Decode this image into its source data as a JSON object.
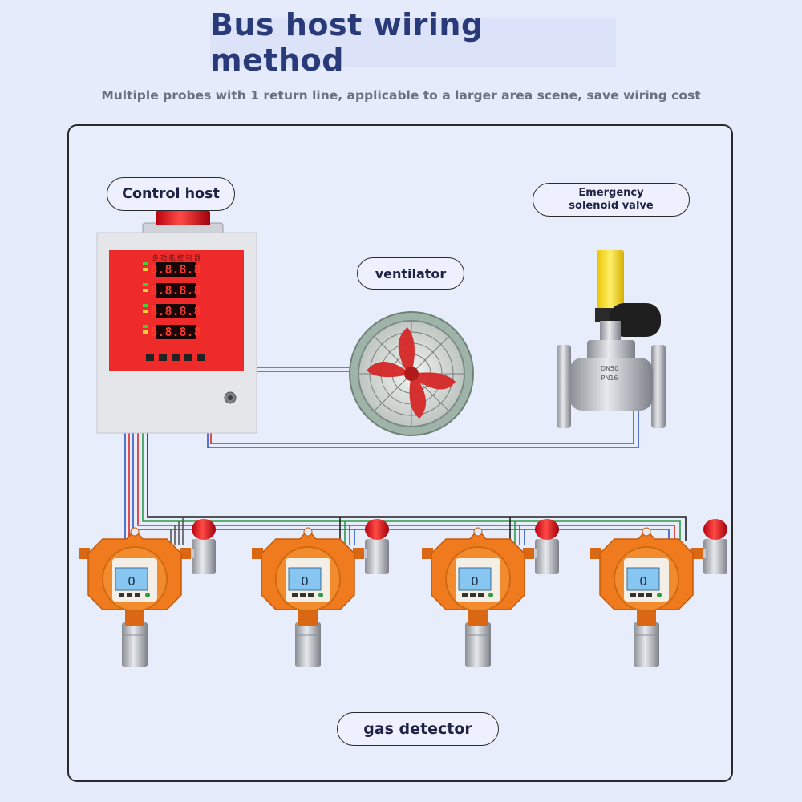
{
  "header": {
    "title": "Bus host wiring method",
    "subtitle": "Multiple probes with 1 return line, applicable to a larger area scene, save wiring cost"
  },
  "labels": {
    "control_host": "Control host",
    "ventilator": "ventilator",
    "valve_line1": "Emergency",
    "valve_line2": "solenoid valve",
    "gas_detector": "gas detector"
  },
  "control_panel": {
    "readouts": [
      "8.8.8.8",
      "8.8.8.8",
      "8.8.8.8",
      "8.8.8.8"
    ]
  },
  "detectors": [
    {
      "reading": "0"
    },
    {
      "reading": "0"
    },
    {
      "reading": "0"
    },
    {
      "reading": "0"
    }
  ],
  "colors": {
    "title": "#283a78",
    "background": "#e6ebfb",
    "host_panel": "#ee2a2a",
    "detector_body": "#f07a1e",
    "wire_red": "#d9262b",
    "wire_blue": "#2f57c8",
    "wire_green": "#2e9b45",
    "wire_black": "#222222"
  }
}
